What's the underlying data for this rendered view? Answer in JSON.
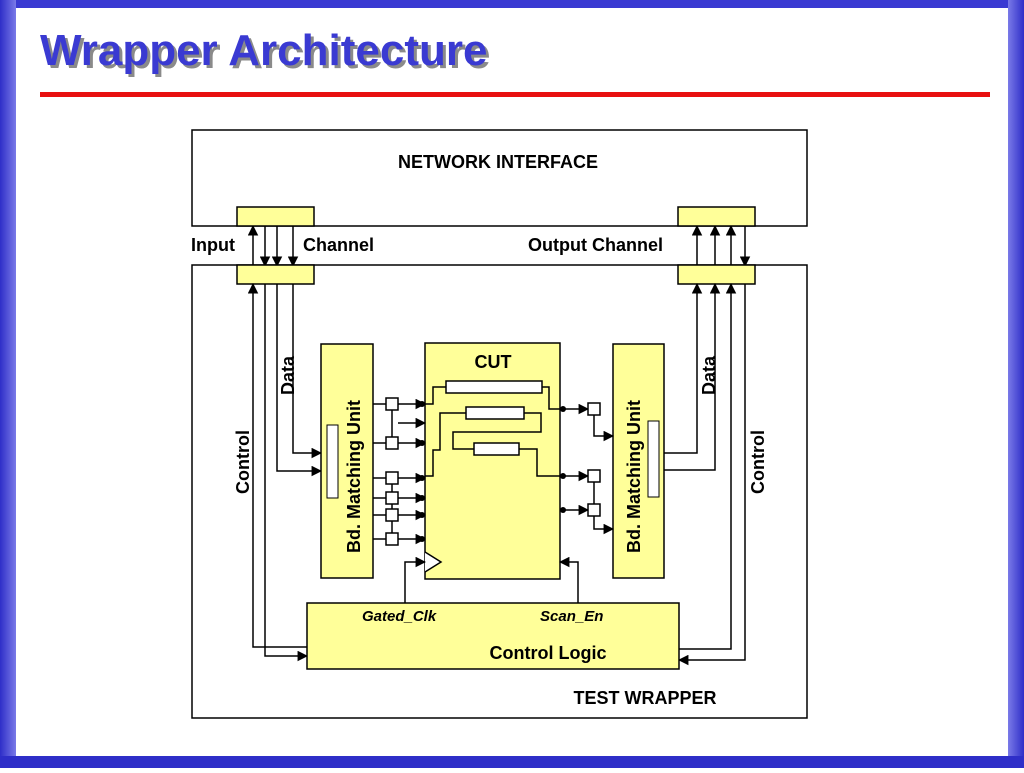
{
  "slide": {
    "title": "Wrapper Architecture"
  },
  "diagram": {
    "network_interface_label": "NETWORK INTERFACE",
    "input_label": "Input",
    "channel_label": "Channel",
    "output_channel_label": "Output Channel",
    "cut_label": "CUT",
    "left_data_label": "Data",
    "right_data_label": "Data",
    "left_control_label": "Control",
    "right_control_label": "Control",
    "left_bd_label": "Bd. Matching Unit",
    "right_bd_label": "Bd. Matching Unit",
    "gated_clk_label": "Gated_Clk",
    "scan_en_label": "Scan_En",
    "control_logic_label": "Control Logic",
    "test_wrapper_label": "TEST WRAPPER"
  },
  "colors": {
    "frame_blue": "#3a3ad2",
    "title_blue": "#3a3ad2",
    "red_rule": "#e81010",
    "block_yellow": "#ffff99"
  }
}
